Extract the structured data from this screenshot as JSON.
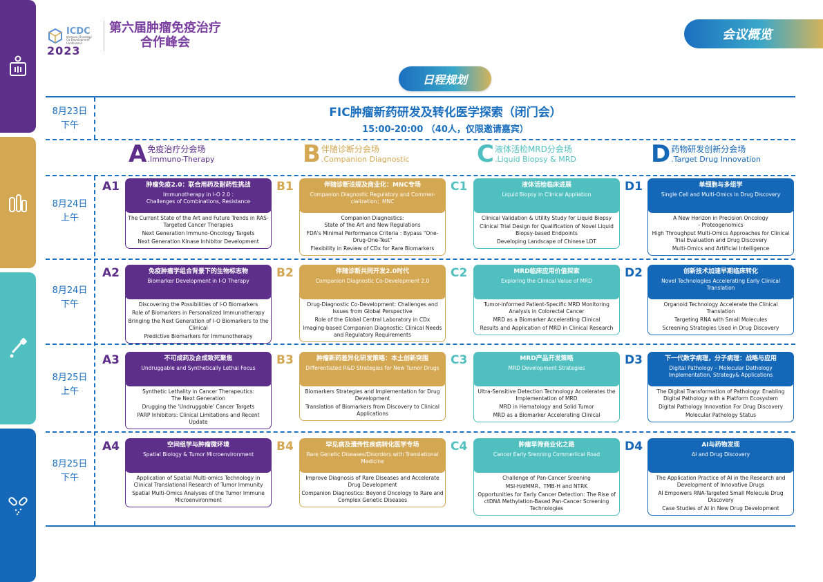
{
  "header": {
    "logo_abbr": "ICDC",
    "logo_sub": "Immuno-Oncology Co-Development Conference",
    "logo_year": "2023",
    "logo_cn_line1": "第六届肿瘤免疫治疗",
    "logo_cn_line2": "合作峰会",
    "overview_label": "会议概览",
    "schedule_label": "日程规划"
  },
  "fic": {
    "date": "8月23日",
    "period": "下午",
    "title": "FIC肿瘤新药研发及转化医学探索（闭门会）",
    "subtitle": "15:00-20:00 （40人，仅限邀请嘉宾）"
  },
  "colors": {
    "A": "#5d2e8a",
    "B": "#d4a752",
    "C": "#4fbfbf",
    "D": "#1567b8",
    "line": "#1a6fbf"
  },
  "tracks": [
    {
      "letter": "A",
      "cn": "免疫治疗分会场",
      "en": ".Immuno-Therapy"
    },
    {
      "letter": "B",
      "cn": "伴随诊断分会场",
      "en": ".Companion Diagnostic"
    },
    {
      "letter": "C",
      "cn": "液体活检MRD分会场",
      "en": ".Liquid Biopsy & MRD"
    },
    {
      "letter": "D",
      "cn": "药物研发创新分会场",
      "en": ".Target Drug Innovation"
    }
  ],
  "rows": [
    {
      "date": "8月24日",
      "period": "上午",
      "sessions": [
        {
          "code": "A1",
          "title_cn": "肿瘤免疫2.0：联合用药及耐药性挑战",
          "title_en": "Immunotherapy in I-O 2.0 :\nChallenges of Combinations, Resistance",
          "items": [
            "The Current State of the Art and Future Trends in RAS-Targeted Cancer Therapies",
            "Next Generation Immuno-Oncology Targets",
            "Next Generation Kinase Inhibitor Development"
          ]
        },
        {
          "code": "B1",
          "title_cn": "伴随诊断法规及商业化：MNC专场",
          "title_en": "Companion Diagnostic Regulatory and Commer-cialization：MNC",
          "items": [
            "Companion Diagnostics:\nState of the Art and New Regulations",
            "FDA's Minimal Performance Criteria : Bypass \"One-Drug-One-Test\"",
            "Flexibility in Review of CDx for Rare Biomarkers"
          ]
        },
        {
          "code": "C1",
          "title_cn": "液体活检临床进展",
          "title_en": "Liquid Biopsy in Clinical Appliation",
          "items": [
            "Clinical Validation & Utility Study for Liquid Biopsy",
            "Clinical Trial Design for Qualification of Novel Liquid Biopsy-based Endpoints",
            "Developing Landscape of Chinese LDT"
          ]
        },
        {
          "code": "D1",
          "title_cn": "单细胞与多组学",
          "title_en": "Single Cell and Multi-Omics in Drug Discovery",
          "items": [
            "A New Horizon in Precision Oncology\n- Proteogenomics",
            "High Throughput Multi-Omics Approaches for Clinical Trial Evaluation and Drug Discovery",
            "Multi-Omics and Artificial Intelligence"
          ]
        }
      ]
    },
    {
      "date": "8月24日",
      "period": "下午",
      "sessions": [
        {
          "code": "A2",
          "title_cn": "免疫肿瘤学组合背景下的生物标志物",
          "title_en": "Biomarker Development in I-O Therapy",
          "items": [
            "Discovering the Possibilities of I-O Biomarkers",
            "Role of Biomarkers in Personalized Immunotherapy",
            "Bringing the Next Generation of I-O Biomarkers to the Clinical",
            "Predictive Biomarkers for Immunotherapy"
          ]
        },
        {
          "code": "B2",
          "title_cn": "伴随诊断共同开发2.0时代",
          "title_en": "Companion Diagnostic Co-Development 2.0",
          "items": [
            "Drug-Diagnostic Co-Development: Challenges and Issues from Global Perspective",
            "Role of the Global Central Laboratory in CDx",
            "Imaging-based Companion Diagnostic: Clinical Needs and Regulatory Requirements"
          ]
        },
        {
          "code": "C2",
          "title_cn": "MRD临床应用价值探索",
          "title_en": "Exploring the Clinical Value of MRD",
          "items": [
            "Tumor-informed Patient-Specific MRD Monitoring Analysis in Colorectal Cancer",
            "MRD as a Biomarker Accelerating Clinical",
            "Results and Application of MRD in Clinical Research"
          ]
        },
        {
          "code": "D2",
          "title_cn": "创新技术加速早期临床转化",
          "title_en": "Novel Technologies Accelerating Early Clinical Translation",
          "items": [
            "Organoid Technology Accelerate the Clinical Translation",
            "Targeting RNA with Small Molecules",
            "Screening Strategies Used in Drug Discovery"
          ]
        }
      ]
    },
    {
      "date": "8月25日",
      "period": "上午",
      "sessions": [
        {
          "code": "A3",
          "title_cn": "不可成药及合成致死聚焦",
          "title_en": "Undruggable and Synthetically Lethal Focus",
          "items": [
            "Synthetic Lethality in Cancer Therapeutics:\nThe Next Generation",
            "Drugging the 'Undruggable' Cancer Targets",
            "PARP Inhibitors: Clinical Limitations and Recent Update"
          ]
        },
        {
          "code": "B3",
          "title_cn": "肿瘤新药差异化研发策略：本土创新突围",
          "title_en": "Differentiated R&D Strategies for New Tumor Drugs",
          "items": [
            "Biomarkers Strategies and Implementation for Drug Development",
            "Translation of Biomarkers from Discovery to Clinical Applications"
          ]
        },
        {
          "code": "C3",
          "title_cn": "MRD产品开发策略",
          "title_en": "MRD Development Strategies",
          "items": [
            "Ultra-Sensitive Detection Technology Accelerates the Implementation of MRD",
            "MRD in Hematology and Solid Tumor",
            "MRD as a Biomarker Accelerating Clinical"
          ]
        },
        {
          "code": "D3",
          "title_cn": "下一代数字病理，分子病理：战略与应用",
          "title_en": "Digital Pathology – Molecular Dathology Implementation, Strategy& Applications",
          "items": [
            "The Digital Transformation of Pathology: Enabling Digital Pathology with a Platform Ecosystem",
            "Digital Pathology Innovation For Drug Discovery",
            "Molecular Pathology Status"
          ]
        }
      ]
    },
    {
      "date": "8月25日",
      "period": "下午",
      "sessions": [
        {
          "code": "A4",
          "title_cn": "空间组学与肿瘤微环境",
          "title_en": "Spatial Biology & Tumor Microenvironment",
          "items": [
            "Application of Spatial Multi-omics Technology in Clinical Translational Research of Tumor Immunity",
            "Spatial Multi-Omics Analyses of the Tumor Immune Microenvironment"
          ]
        },
        {
          "code": "B4",
          "title_cn": "罕见病及遗传性疾病转化医学专场",
          "title_en": "Rare Genetic Diseases/Disorders with Translational Medicine",
          "items": [
            "Improve Diagnosis of Rare Diseases and Accelerate Drug Development",
            "Companion Diagnostics: Beyond Oncology to Rare and Complex Genetic Diseases"
          ]
        },
        {
          "code": "C4",
          "title_cn": "肿瘤早筛商业化之路",
          "title_en": "Cancer Early Srenning Commerlical Road",
          "items": [
            "Challenge of Pan-Cancer Sreening",
            "MSI-H/dMMR、TMB-H and NTRK",
            "Opportunities for Early Cancer Detection: The Rise of ctDNA Methylation-Based Pan-Cancer Screening Technologies"
          ]
        },
        {
          "code": "D4",
          "title_cn": "AI与药物发现",
          "title_en": "AI and Drug Discovery",
          "items": [
            "The Application Practice of AI in the Research and Development of Innovative Drugs",
            "AI Empowers RNA-Targeted Small Molecule Drug Discovery",
            "Case Studies of AI in New Drug Development"
          ]
        }
      ]
    }
  ]
}
